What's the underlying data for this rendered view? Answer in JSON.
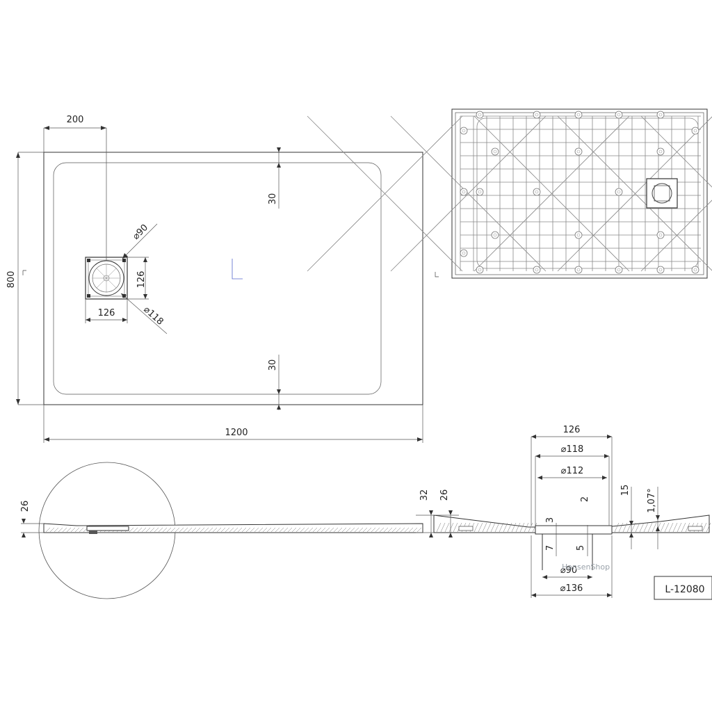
{
  "dimensions": {
    "top_width_offset": "200",
    "total_height": "800",
    "margin_top": "30",
    "margin_bottom": "30",
    "drain_diameter_inner": "⌀90",
    "drain_side_vertical": "126",
    "drain_side_horizontal": "126",
    "drain_diameter_outer": "⌀118",
    "total_width": "1200",
    "side_thickness": "26"
  },
  "detail": {
    "width_126": "126",
    "dia_118": "⌀118",
    "dia_112": "⌀112",
    "height_32": "32",
    "height_26": "26",
    "depth_15": "15",
    "slope": "1,07°",
    "dim_2": "2",
    "dim_3": "3",
    "dim_7": "7",
    "dim_5": "5",
    "dia_90": "⌀90",
    "dia_136": "⌀136"
  },
  "watermark": "HansenShop",
  "model_code": "L-12080"
}
